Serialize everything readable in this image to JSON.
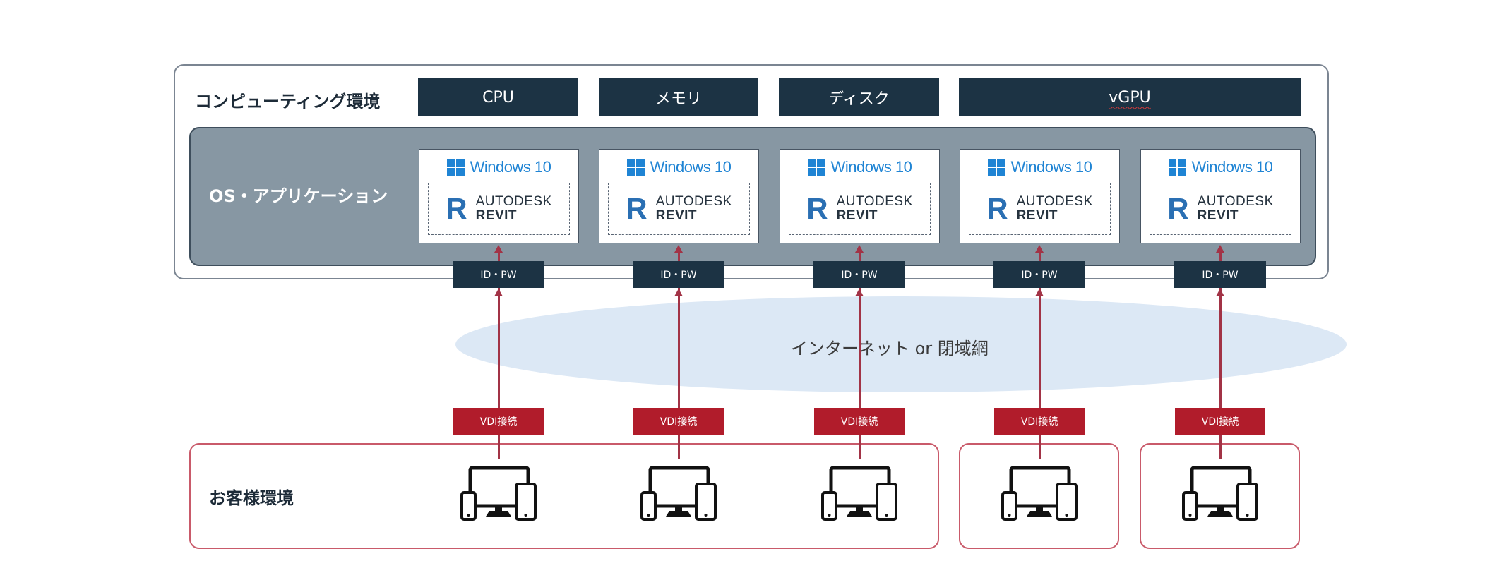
{
  "compute_env": {
    "label": "コンピューティング環境",
    "resources": [
      {
        "label": "CPU"
      },
      {
        "label": "メモリ"
      },
      {
        "label": "ディスク"
      },
      {
        "label": "vGPU"
      }
    ]
  },
  "os_app": {
    "label": "OS・アプリケーション",
    "vm_count": 5,
    "windows_label": "Windows 10",
    "revit_brand": "AUTODESK",
    "revit_product": "REVIT",
    "revit_mark": "R"
  },
  "auth_tag": "ID・PW",
  "network_label": "インターネット or 閉域網",
  "vdi_tag": "VDI接続",
  "customer_env": {
    "label": "お客様環境"
  },
  "colors": {
    "navy": "#1c3344",
    "os_panel": "#8797a3",
    "cloud": "#dce8f5",
    "vdi_red": "#b11c2b",
    "line_red": "#a23346",
    "windows_blue": "#1f84d4",
    "customer_border": "#c95a6a"
  }
}
